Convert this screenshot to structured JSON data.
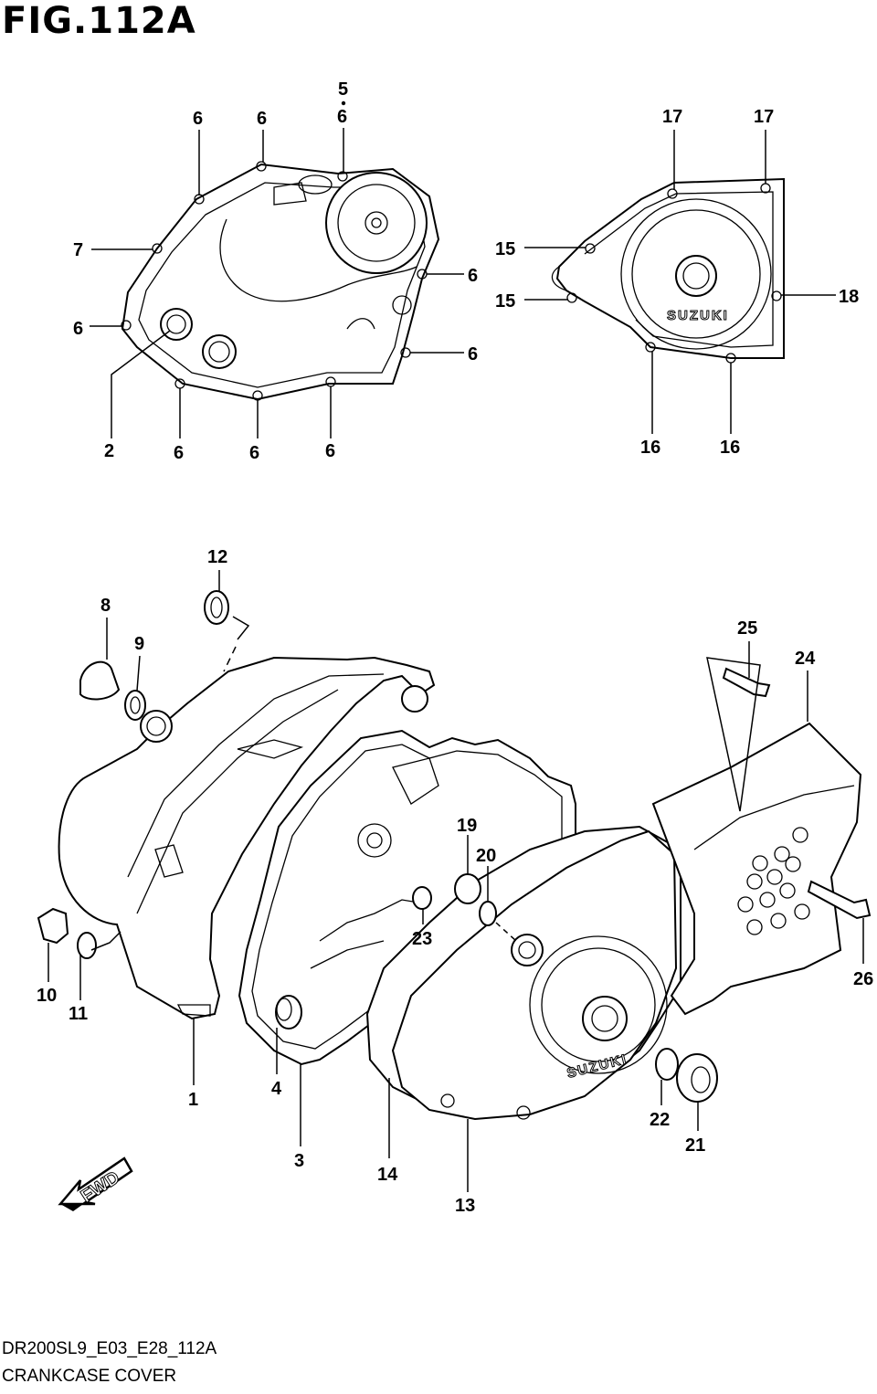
{
  "figure": {
    "title": "FIG.112A",
    "code": "DR200SL9_E03_E28_112A",
    "name": "CRANKCASE COVER",
    "fwd_label": "FWD",
    "brand_marks": [
      "SUZUKI",
      "SUZUKI"
    ]
  },
  "callouts": [
    "1",
    "2",
    "3",
    "4",
    "5",
    "6",
    "7",
    "8",
    "9",
    "10",
    "11",
    "12",
    "13",
    "14",
    "15",
    "16",
    "17",
    "18",
    "19",
    "20",
    "21",
    "22",
    "23",
    "24",
    "25",
    "26"
  ]
}
